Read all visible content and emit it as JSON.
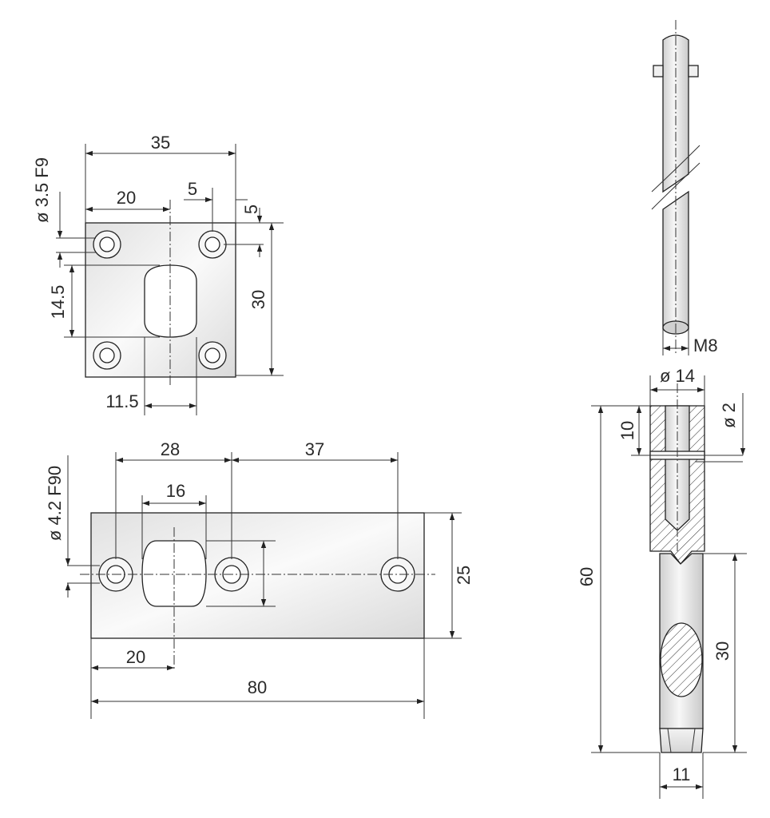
{
  "drawing": {
    "colors": {
      "line": "#222222",
      "metal": "#dcdcdc",
      "metal_light": "#f4f4f4",
      "text": "#2a2a2a"
    },
    "strike_plate": {
      "dims": {
        "width": "35",
        "hole_offset_x": "20",
        "edge_x": "5",
        "edge_y": "5",
        "hole_diameter": "ø 3.5 F9",
        "slot_height": "14.5",
        "hole_spacing_y": "30",
        "slot_width": "11.5"
      }
    },
    "face_plate": {
      "dims": {
        "hole_spacing_1": "28",
        "hole_spacing_2": "37",
        "slot_width": "16",
        "hole_diameter": "ø 4.2 F90",
        "height": "25",
        "offset_x": "20",
        "length": "80"
      }
    },
    "pin": {
      "dims": {
        "thread": "M8"
      }
    },
    "bolt": {
      "dims": {
        "diameter": "ø 14",
        "pin_depth": "10",
        "pin_diameter": "ø 2",
        "total_length": "60",
        "tip_length": "30",
        "tip_width": "11"
      }
    }
  }
}
